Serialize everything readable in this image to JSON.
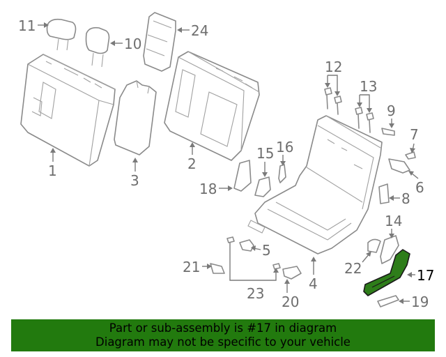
{
  "diagram": {
    "callouts": {
      "c1": "1",
      "c2": "2",
      "c3": "3",
      "c4": "4",
      "c5": "5",
      "c6": "6",
      "c7": "7",
      "c8": "8",
      "c9": "9",
      "c10": "10",
      "c11": "11",
      "c12": "12",
      "c13": "13",
      "c14": "14",
      "c15": "15",
      "c16": "16",
      "c17": "17",
      "c18": "18",
      "c19": "19",
      "c20": "20",
      "c21": "21",
      "c22": "22",
      "c23": "23",
      "c24": "24"
    },
    "highlighted_part": "17",
    "highlight_color": "#2e7d1a"
  },
  "banner": {
    "line1": "Part or sub-assembly is #17 in diagram",
    "line2": "Diagram may not be specific to your vehicle",
    "background": "#227a0e"
  }
}
